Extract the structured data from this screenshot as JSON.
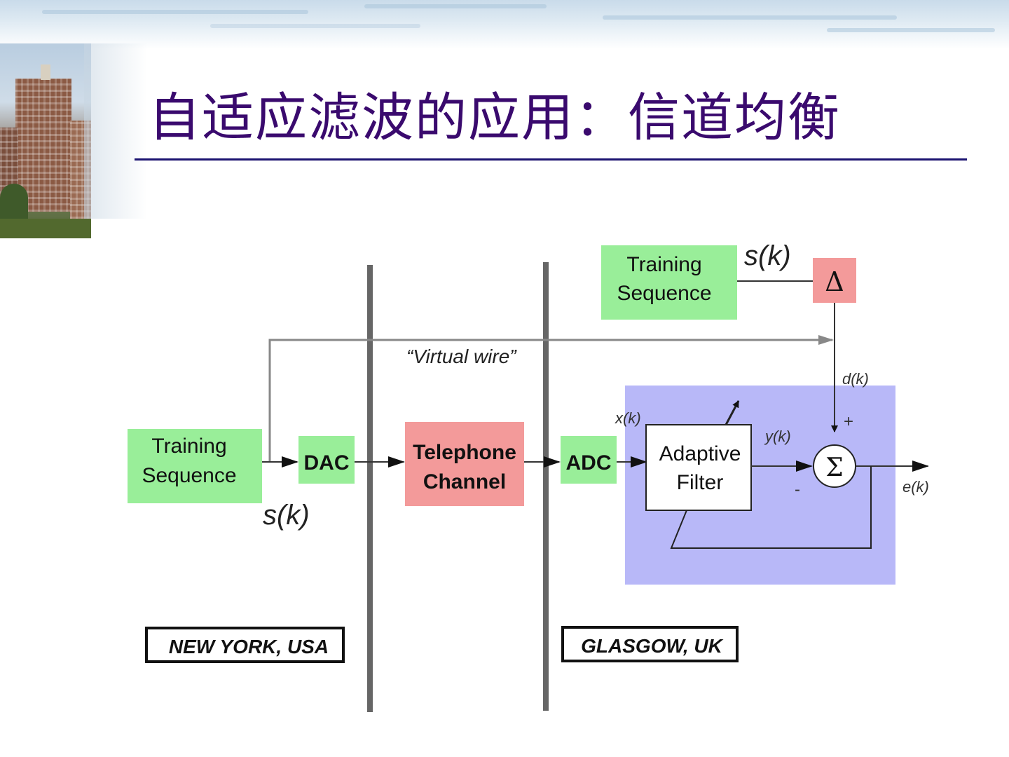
{
  "slide": {
    "title": "自适应滤波的应用：信道均衡"
  },
  "colors": {
    "title": "#3a0a6e",
    "rule": "#1a1270",
    "green_block": "#99ee99",
    "pink_block": "#f39a9a",
    "adaptive_region": "#b8b8f8",
    "line": "#777777",
    "divider": "#666666"
  },
  "diagram": {
    "training_sequence_left": [
      "Training",
      "Sequence"
    ],
    "training_sequence_top": [
      "Training",
      "Sequence"
    ],
    "dac": "DAC",
    "telephone_channel": [
      "Telephone",
      "Channel"
    ],
    "adc": "ADC",
    "adaptive_filter": [
      "Adaptive",
      "Filter"
    ],
    "delta": "Δ",
    "sigma": "Σ",
    "virtual_wire": "“Virtual wire”",
    "s_k_left": "s(k)",
    "s_k_top": "s(k)",
    "x_k": "x(k)",
    "y_k": "y(k)",
    "d_k": "d(k)",
    "e_k": "e(k)",
    "plus": "+",
    "minus": "-",
    "location_left": "NEW YORK, USA",
    "location_right": "GLASGOW, UK"
  }
}
